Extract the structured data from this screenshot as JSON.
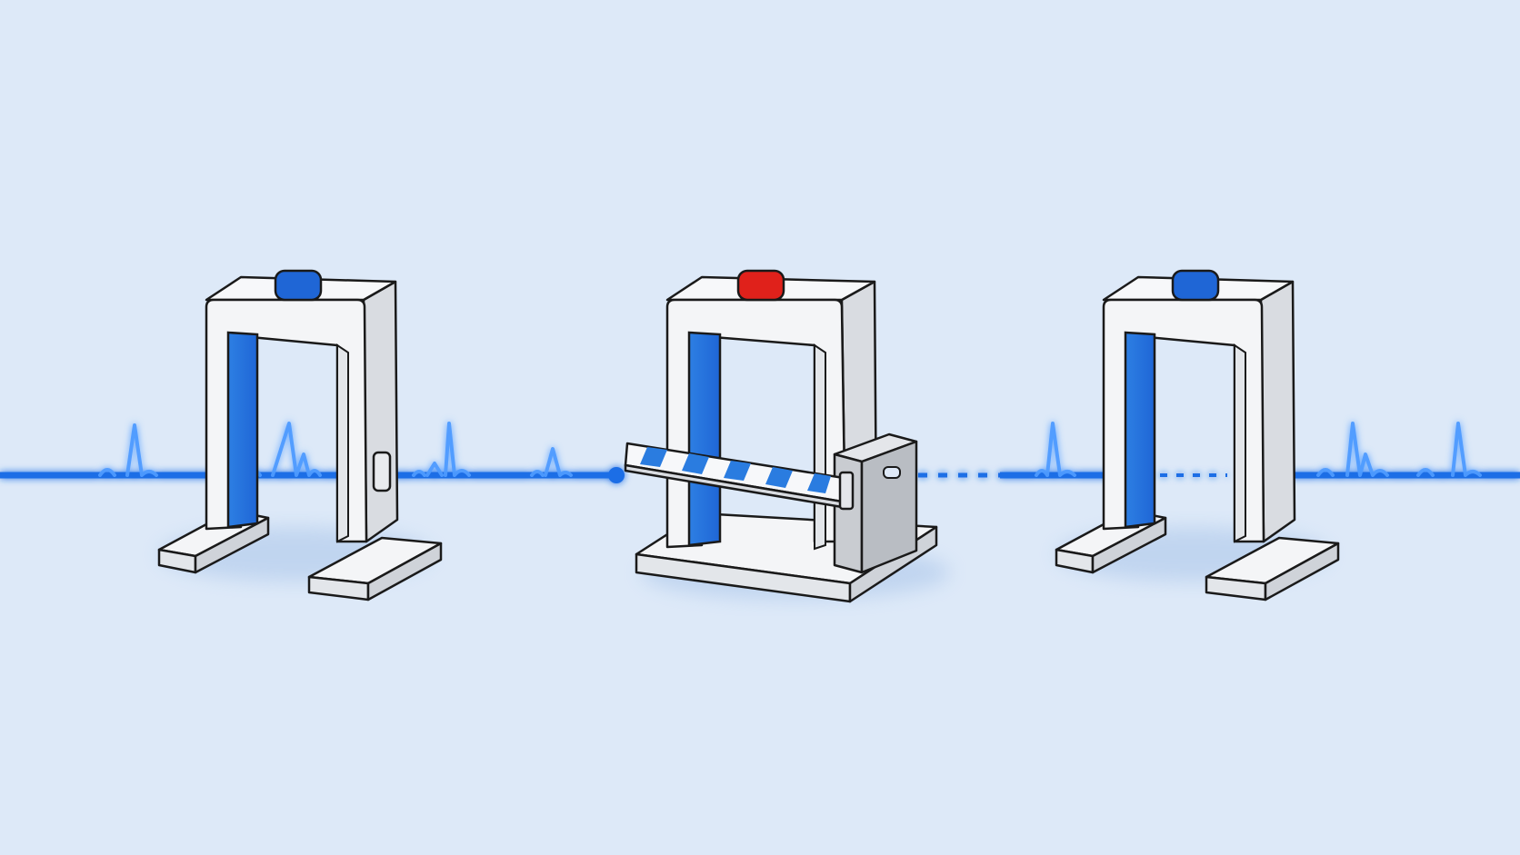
{
  "colors": {
    "background": "#dde9f8",
    "signal": "#1e6ee6",
    "signal_glow": "#6fb1ff",
    "gate_body": "#f4f5f7",
    "gate_side": "#d9dce1",
    "gate_inner": "#2778dd",
    "outline": "#1a1a1a",
    "status_ok": "#1f66d6",
    "status_blocked": "#e0211b",
    "barrier_stripe": "#2a7ce0",
    "control_box": "#c9ccd1"
  },
  "gates": [
    {
      "id": "gate-1",
      "status": "open",
      "status_color": "#1f66d6",
      "icon": "walkthrough-gate-icon"
    },
    {
      "id": "gate-2",
      "status": "blocked",
      "status_color": "#e0211b",
      "icon": "barrier-gate-icon"
    },
    {
      "id": "gate-3",
      "status": "open",
      "status_color": "#1f66d6",
      "icon": "walkthrough-gate-icon"
    }
  ],
  "signal": {
    "icon": "heartbeat-signal-icon",
    "segments": [
      "solid",
      "endpoint-dot",
      "dashed",
      "solid"
    ]
  }
}
